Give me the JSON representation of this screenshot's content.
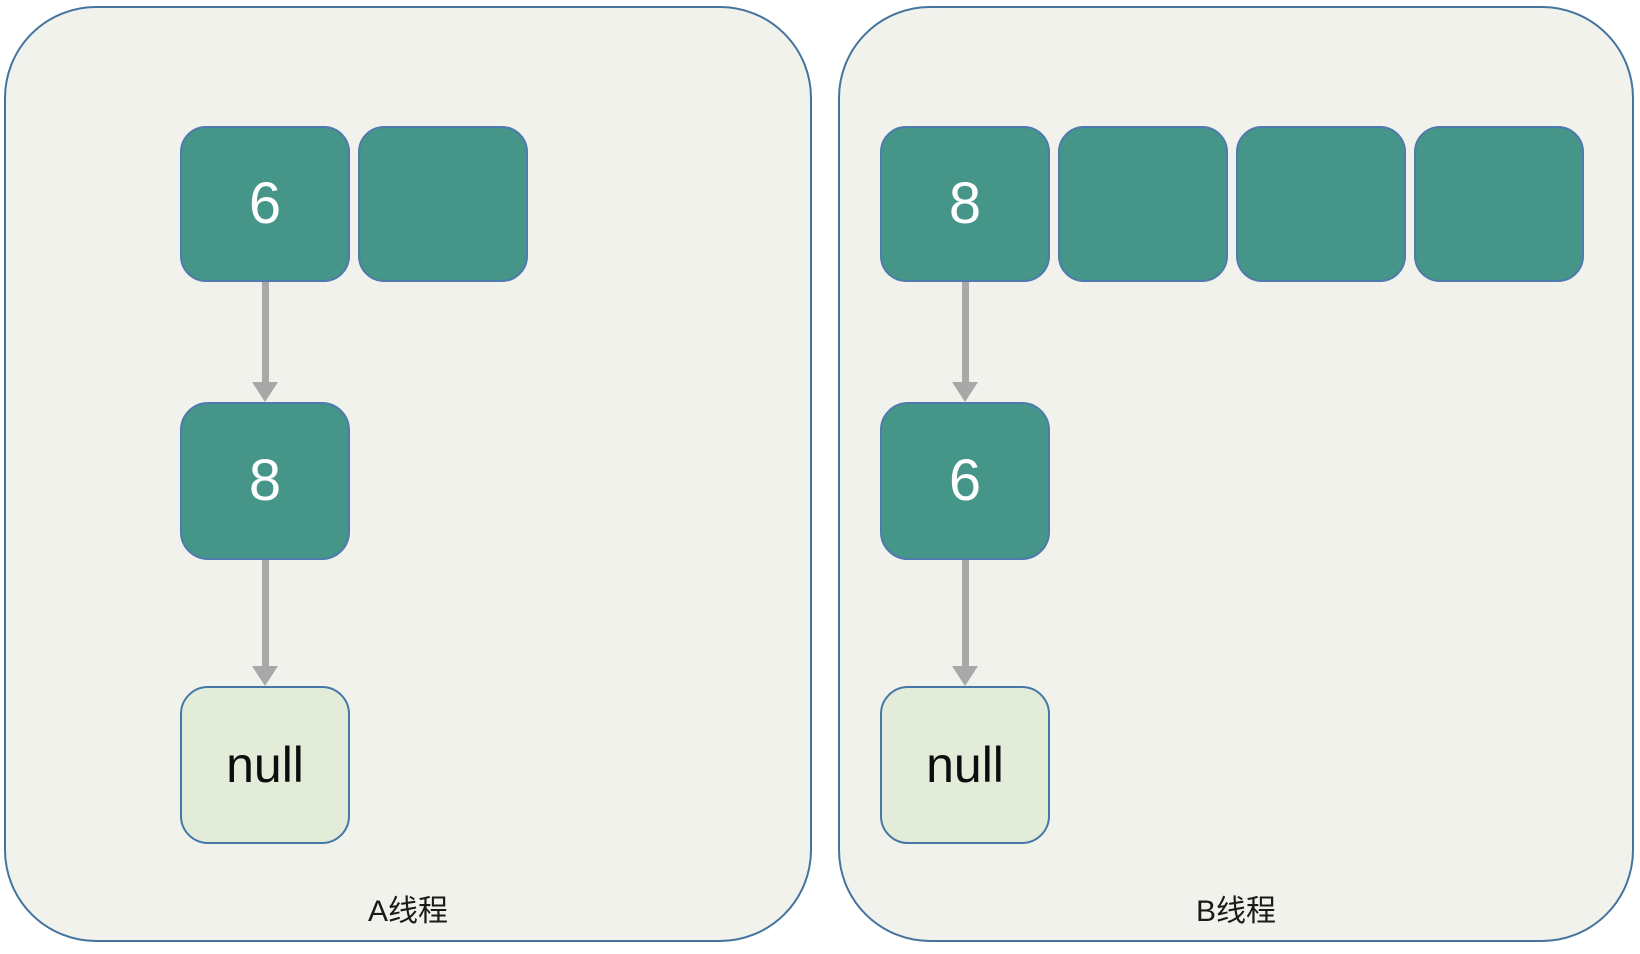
{
  "diagram": {
    "title_hint": "linked-list chains per thread",
    "panels": [
      {
        "label": "A线程",
        "buckets": [
          "6",
          ""
        ],
        "node": "8",
        "tail": "null"
      },
      {
        "label": "B线程",
        "buckets": [
          "8",
          "",
          "",
          ""
        ],
        "node": "6",
        "tail": "null"
      }
    ],
    "colors": {
      "panel_background": "#f2f2ec",
      "panel_border": "#44749e",
      "node_fill": "#459589",
      "node_border": "#4e7aae",
      "null_fill": "#e3ecd9",
      "null_border": "#4577a8",
      "arrow": "#a8a8a8",
      "node_text": "#ffffff",
      "null_text": "#0d0d0d",
      "label_text": "#1a1a1a"
    }
  }
}
